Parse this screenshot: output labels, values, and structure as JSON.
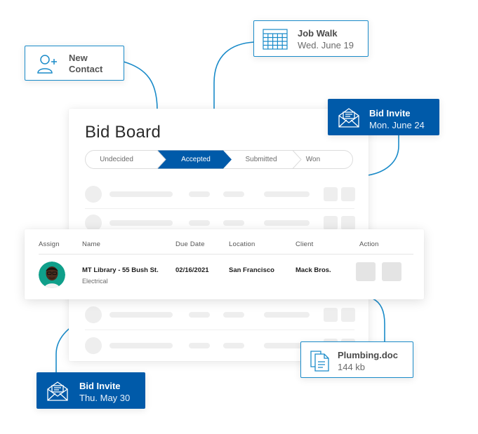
{
  "board": {
    "title": "Bid Board",
    "stages": [
      {
        "label": "Undecided",
        "active": false
      },
      {
        "label": "Accepted",
        "active": true
      },
      {
        "label": "Submitted",
        "active": false
      },
      {
        "label": "Won",
        "active": false
      }
    ]
  },
  "table": {
    "headers": {
      "assign": "Assign",
      "name": "Name",
      "due_date": "Due Date",
      "location": "Location",
      "client": "Client",
      "action": "Action"
    },
    "row": {
      "name": "MT Library - 55 Bush St.",
      "trade": "Electrical",
      "due_date": "02/16/2021",
      "location": "San Francisco",
      "client": "Mack Bros."
    }
  },
  "cards": {
    "new_contact": {
      "line1": "New",
      "line2": "Contact",
      "icon": "add-user-icon"
    },
    "job_walk": {
      "title": "Job Walk",
      "date": "Wed. June 19",
      "icon": "calendar-icon"
    },
    "bid_invite_top": {
      "title": "Bid Invite",
      "date": "Mon. June 24",
      "icon": "envelope-icon"
    },
    "plumbing": {
      "title": "Plumbing.doc",
      "size": "144 kb",
      "icon": "document-icon"
    },
    "bid_invite_bottom": {
      "title": "Bid Invite",
      "date": "Thu. May 30",
      "icon": "envelope-icon"
    }
  },
  "colors": {
    "accent": "#005aa9",
    "connector": "#1a8bc9",
    "placeholder": "#eeeeee"
  }
}
